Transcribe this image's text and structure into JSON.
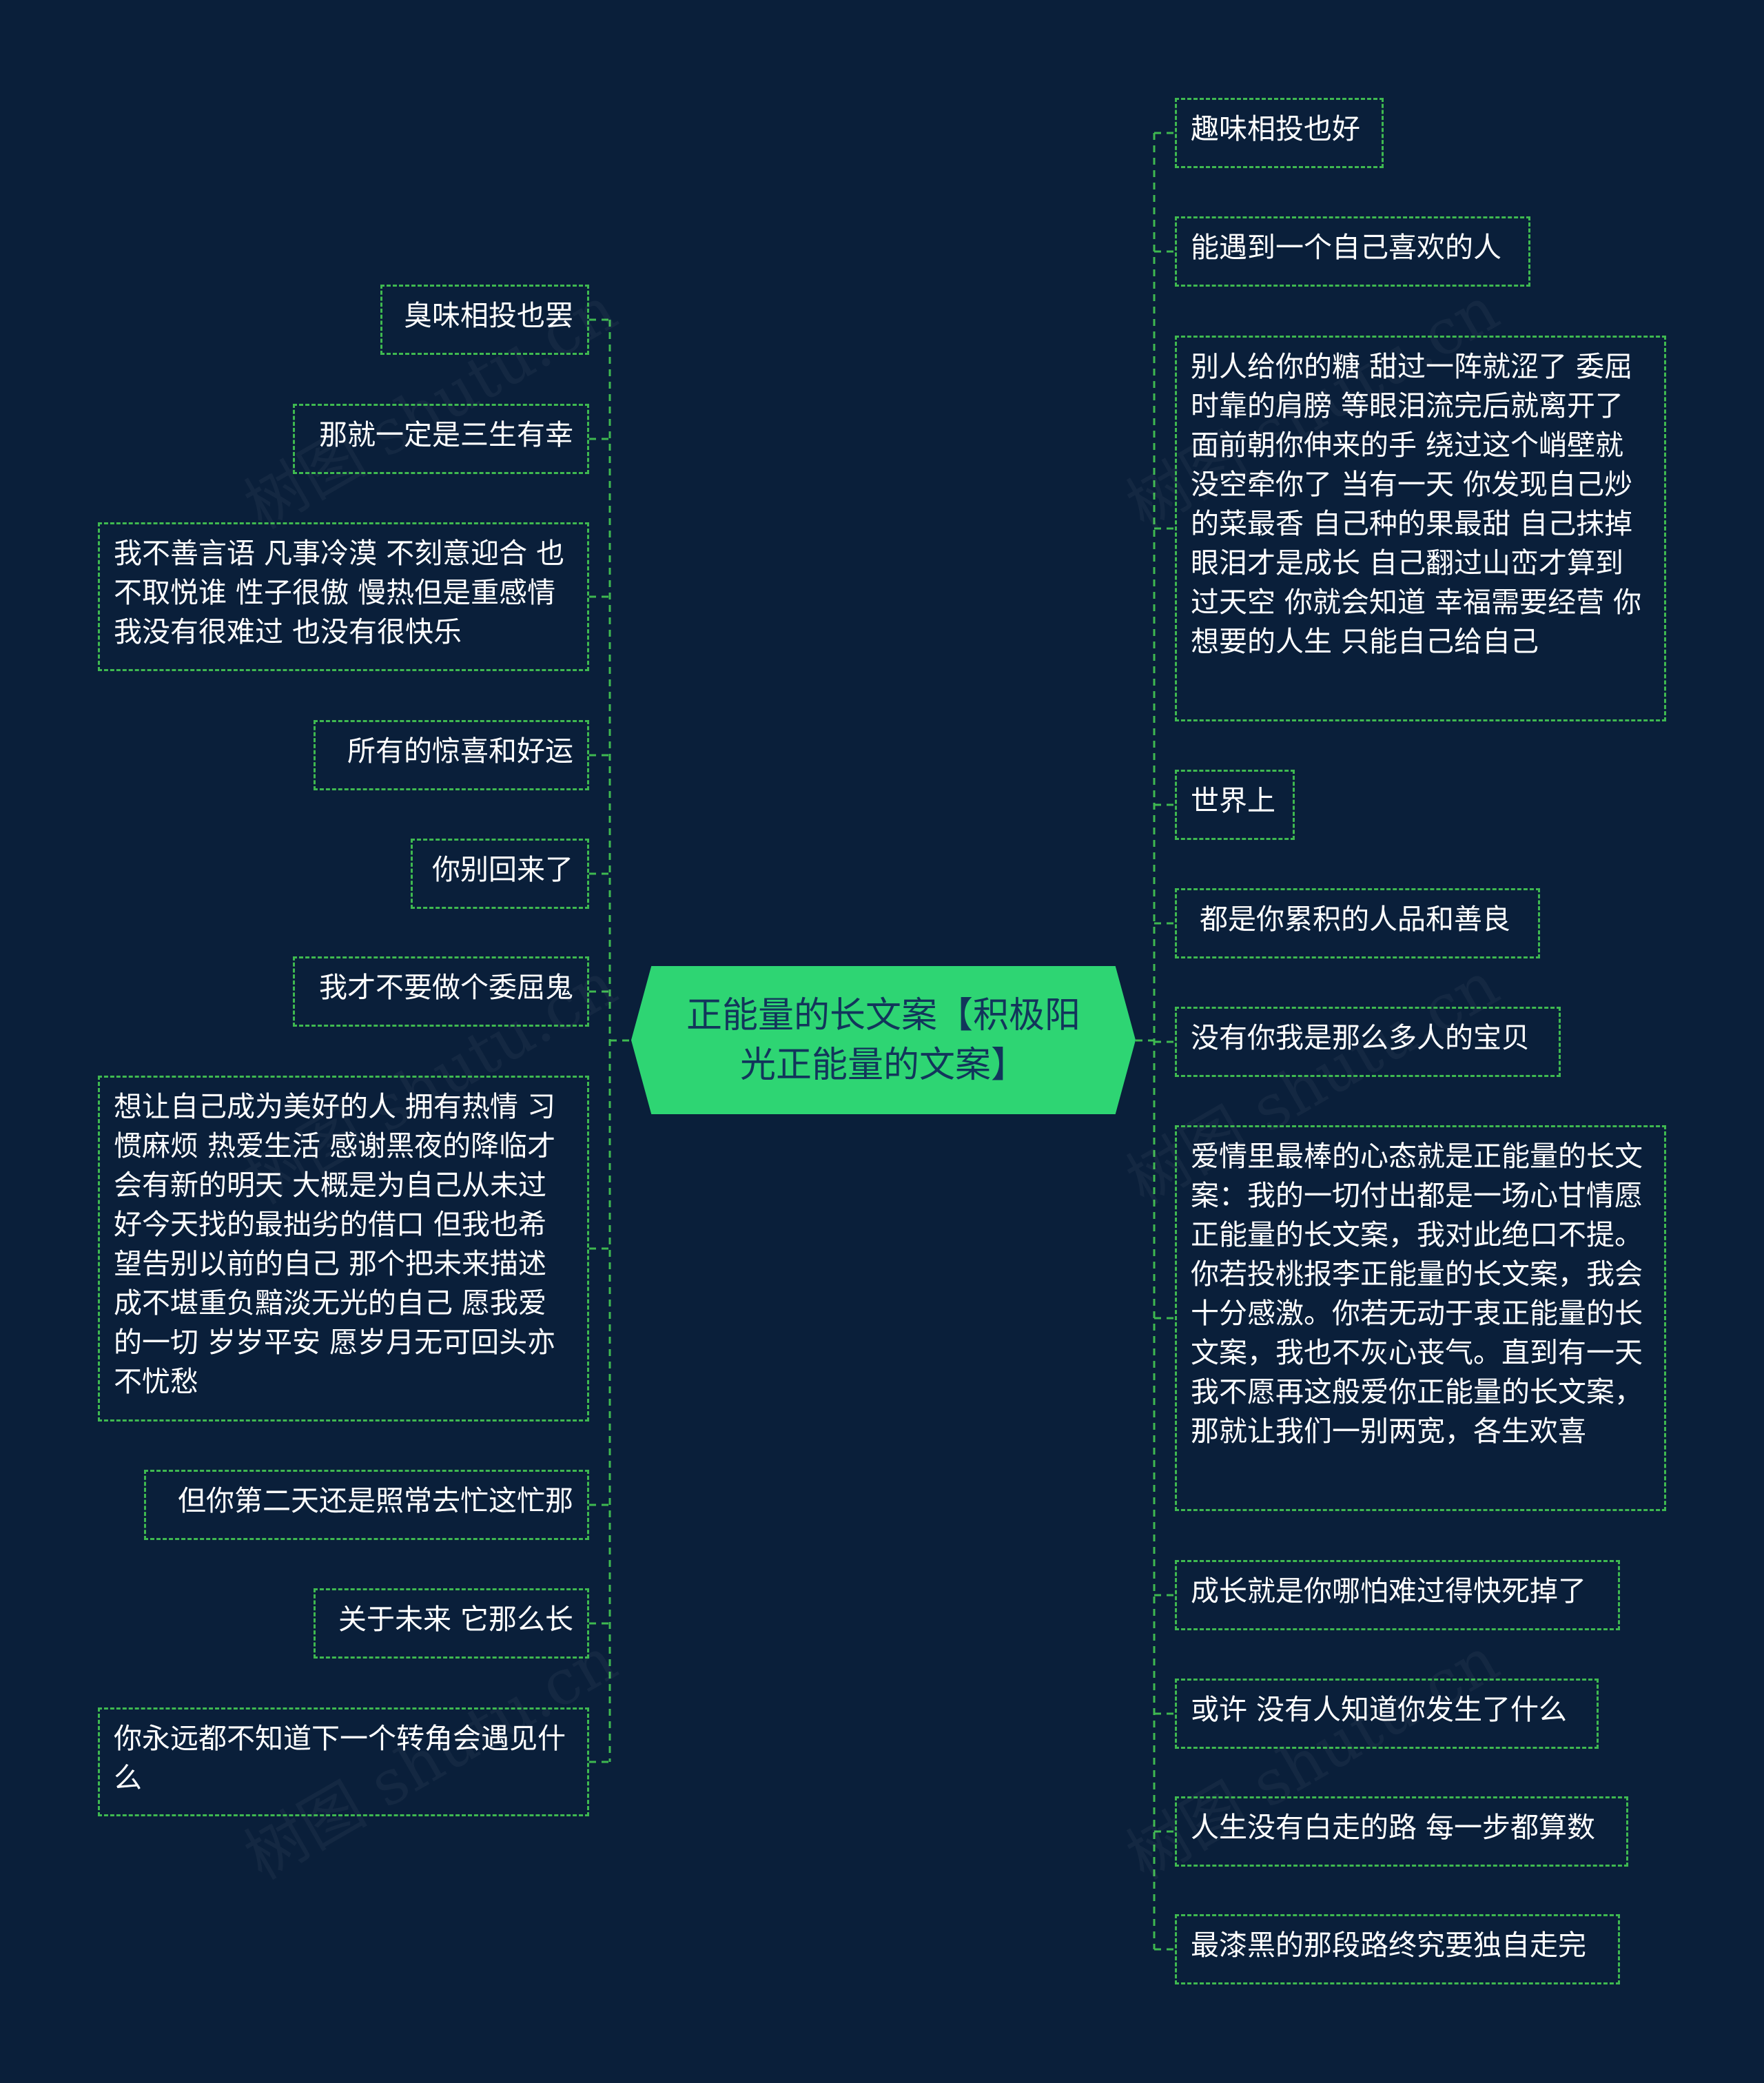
{
  "center": {
    "title": "正能量的长文案【积极阳光正能量的文案】"
  },
  "left_nodes": [
    "臭味相投也罢",
    "那就一定是三生有幸",
    "我不善言语 凡事冷漠 不刻意迎合 也不取悦谁 性子很傲 慢热但是重感情 我没有很难过 也没有很快乐",
    "所有的惊喜和好运",
    "你别回来了",
    "我才不要做个委屈鬼",
    "想让自己成为美好的人 拥有热情 习惯麻烦 热爱生活 感谢黑夜的降临才会有新的明天 大概是为自己从未过好今天找的最拙劣的借口 但我也希望告别以前的自己 那个把未来描述成不堪重负黯淡无光的自己 愿我爱的一切 岁岁平安 愿岁月无可回头亦不忧愁",
    "但你第二天还是照常去忙这忙那",
    "关于未来 它那么长",
    "你永远都不知道下一个转角会遇见什么"
  ],
  "right_nodes": [
    "趣味相投也好",
    "能遇到一个自己喜欢的人",
    "别人给你的糖 甜过一阵就涩了 委屈时靠的肩膀 等眼泪流完后就离开了 面前朝你伸来的手 绕过这个峭壁就没空牵你了 当有一天 你发现自己炒的菜最香 自己种的果最甜 自己抹掉眼泪才是成长 自己翻过山峦才算到过天空 你就会知道 幸福需要经营 你想要的人生 只能自己给自己",
    "世界上",
    " 都是你累积的人品和善良",
    "没有你我是那么多人的宝贝",
    "爱情里最棒的心态就是正能量的长文案：我的一切付出都是一场心甘情愿正能量的长文案，我对此绝口不提。你若投桃报李正能量的长文案，我会十分感激。你若无动于衷正能量的长文案，我也不灰心丧气。直到有一天我不愿再这般爱你正能量的长文案，那就让我们一别两宽，各生欢喜",
    "成长就是你哪怕难过得快死掉了",
    "或许 没有人知道你发生了什么",
    "人生没有白走的路 每一步都算数",
    "最漆黑的那段路终究要独自走完"
  ],
  "colors": {
    "background": "#0a1f3a",
    "center_fill": "#2ed573",
    "center_text": "#12355b",
    "connector": "#3fb950",
    "node_text": "#ffffff"
  }
}
